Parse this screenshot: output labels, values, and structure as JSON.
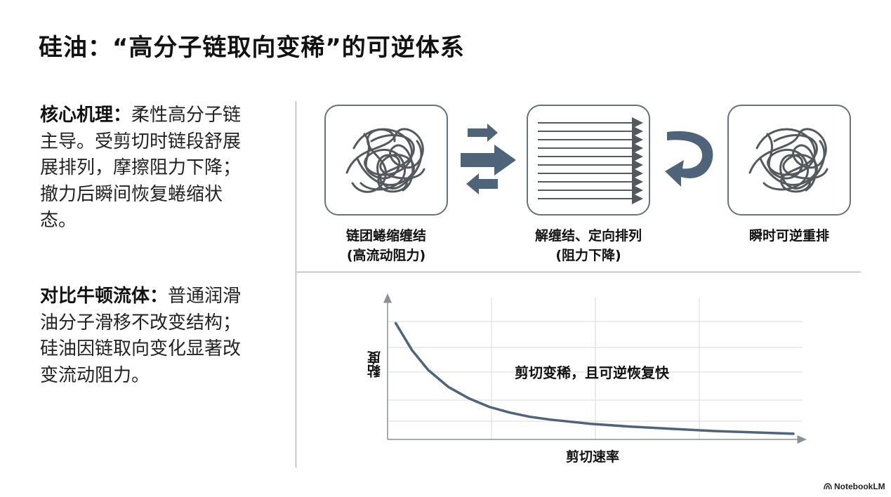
{
  "title": "硅油：“高分子链取向变稀”的可逆体系",
  "mechanism": {
    "heading": "核心机理：",
    "lines": [
      "柔性高分子链",
      "主导。受剪切时链段舒展",
      "展排列，摩擦阻力下降；",
      "撤力后瞬间恢复蜷缩状",
      "态。"
    ]
  },
  "comparison": {
    "heading": "对比牛顿流体：",
    "lines": [
      "普通润滑",
      "油分子滑移不改变结构；",
      "硅油因链取向变化显著改",
      "变流动阻力。"
    ]
  },
  "stages": [
    {
      "line1": "链团蜷缩缠结",
      "line2": "(高流动阻力)"
    },
    {
      "line1": "解缠结、定向排列",
      "line2": "(阻力下降)"
    },
    {
      "line1": "瞬时可逆重排",
      "line2": ""
    }
  ],
  "colors": {
    "box_border": "#6b7178",
    "arrow_fill": "#4f6478",
    "curve": "#4f6478",
    "coil": "#55595e",
    "grid": "#d7dade"
  },
  "chart_data": {
    "type": "line",
    "xlabel": "剪切速率",
    "ylabel": "黏度",
    "annotation": "剪切变稀，且可逆恢复快",
    "xlim": [
      0,
      10
    ],
    "ylim": [
      0,
      10
    ],
    "grid": true,
    "series": [
      {
        "x": [
          0.2,
          0.6,
          1.0,
          1.5,
          2.0,
          2.5,
          3.0,
          3.5,
          4.0,
          5.0,
          6.0,
          7.0,
          8.0,
          9.0,
          10.0
        ],
        "values": [
          8.2,
          6.3,
          4.9,
          3.7,
          2.9,
          2.3,
          1.9,
          1.6,
          1.4,
          1.1,
          0.9,
          0.75,
          0.6,
          0.5,
          0.4
        ]
      }
    ]
  },
  "brand": "NotebookLM"
}
